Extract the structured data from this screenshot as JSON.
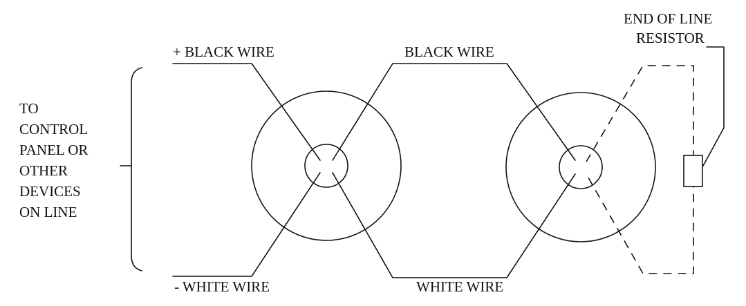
{
  "labels": {
    "plus_black_wire": "+ BLACK WIRE",
    "black_wire": "BLACK WIRE",
    "minus_white_wire": "- WHITE WIRE",
    "white_wire": "WHITE WIRE",
    "eol_line1": "END OF LINE",
    "eol_line2": "RESISTOR",
    "control_panel": [
      "TO",
      "CONTROL",
      "PANEL OR",
      "OTHER",
      "DEVICES",
      "ON LINE"
    ]
  },
  "colors": {
    "line": "#111111",
    "background": "#ffffff"
  }
}
